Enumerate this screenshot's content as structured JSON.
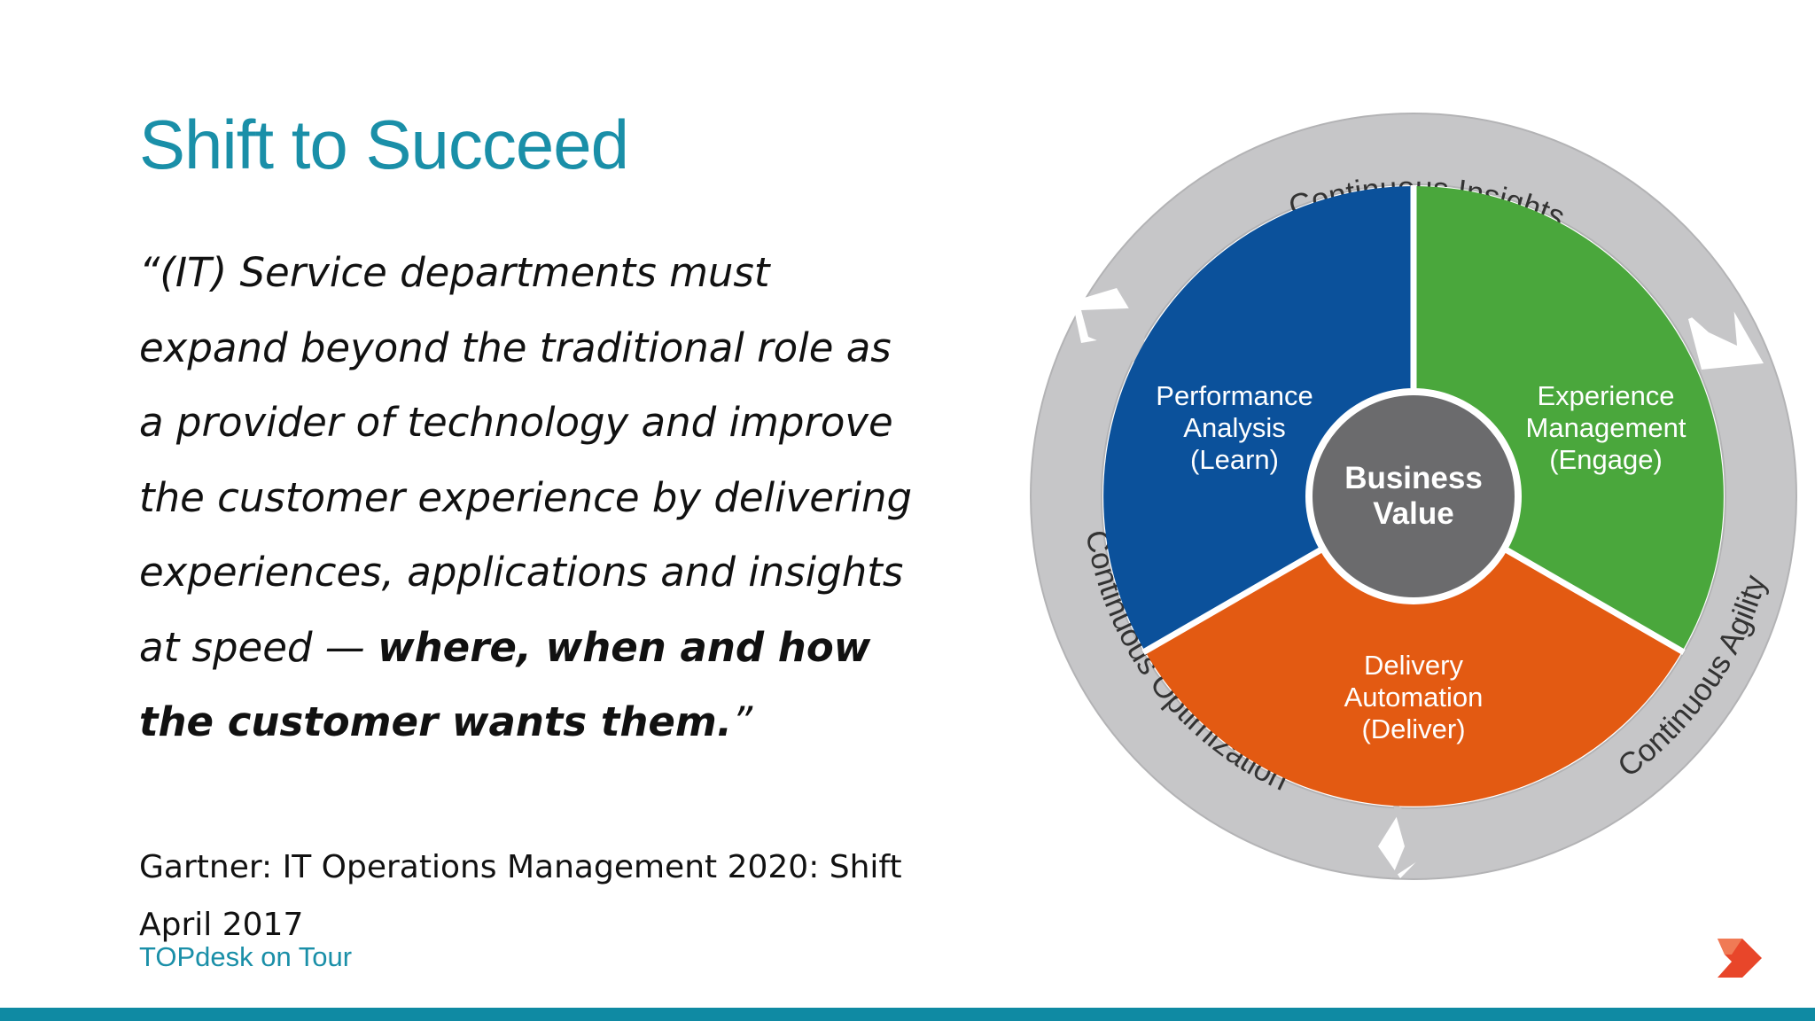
{
  "slide": {
    "title": "Shift to Succeed",
    "quote_plain": "“(IT) Service departments must expand beyond the traditional role as a provider of technology and improve the customer experience by delivering experiences, applications and insights at speed — ",
    "quote_emphasis": "where, when and how the customer wants them.",
    "quote_close": "”",
    "source_line1": "Gartner: IT Operations Management 2020: Shift",
    "source_line2": "April 2017",
    "brand": "TOPdesk on Tour"
  },
  "diagram": {
    "center": {
      "line1": "Business",
      "line2": "Value"
    },
    "segments": [
      {
        "id": "learn",
        "lines": [
          "Performance",
          "Analysis",
          "(Learn)"
        ],
        "color": "#0b519b"
      },
      {
        "id": "engage",
        "lines": [
          "Experience",
          "Management",
          "(Engage)"
        ],
        "color": "#4aa73c"
      },
      {
        "id": "deliver",
        "lines": [
          "Delivery",
          "Automation",
          "(Deliver)"
        ],
        "color": "#e35a12"
      }
    ],
    "ring": [
      "Continuous Insights",
      "Continuous Agility",
      "Continuous Optimization"
    ],
    "colors": {
      "ring": "#c6c6c8",
      "ring_edge": "#b3b3b5",
      "center": "#6b6b6d",
      "divider": "#ffffff"
    }
  },
  "colors": {
    "accent": "#1a8fa8",
    "bar": "#0f8aa3",
    "logo": "#e8462a"
  }
}
